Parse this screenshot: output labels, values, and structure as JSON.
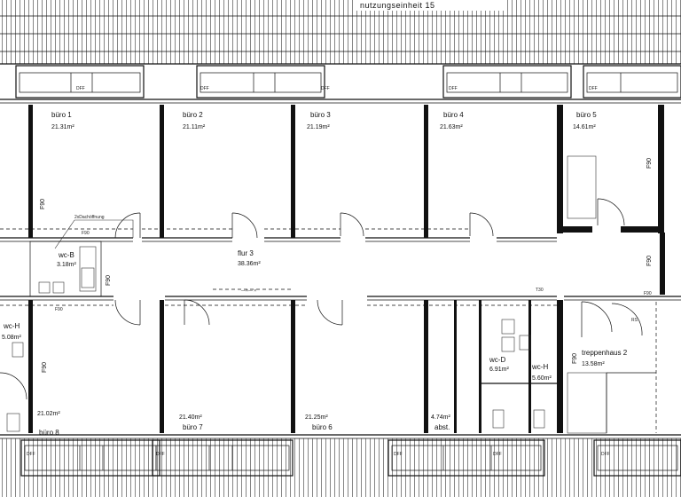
{
  "header": {
    "title": "nutzungseinheit 15"
  },
  "rooms_top": [
    {
      "name": "büro 1",
      "area": "21.31m²"
    },
    {
      "name": "büro 2",
      "area": "21.11m²"
    },
    {
      "name": "büro 3",
      "area": "21.19m²"
    },
    {
      "name": "büro 4",
      "area": "21.63m²"
    },
    {
      "name": "büro 5",
      "area": "14.61m²"
    }
  ],
  "corridor": {
    "name": "flur 3",
    "area": "38.36m²"
  },
  "skylight": "2xDachöffnung",
  "wc_small": {
    "name": "wc-B",
    "area": "3.18m²"
  },
  "rooms_bottom": [
    {
      "name": "büro 8",
      "area": "21.02m²"
    },
    {
      "name": "büro 7",
      "area": "21.40m²"
    },
    {
      "name": "büro 6",
      "area": "21.25m²"
    },
    {
      "name": "abst.",
      "area": "4.74m²"
    }
  ],
  "wc_h_left": {
    "name": "wc-H",
    "area": "5.08m²"
  },
  "wc_d": {
    "name": "wc-D",
    "area": "6.91m²"
  },
  "wc_h": {
    "name": "wc-H",
    "area": "5.60m²"
  },
  "stair": {
    "name": "treppenhaus 2",
    "area": "13.58m²"
  },
  "door_code": "F90",
  "door_code_2": "T30",
  "window_code": "DFF",
  "rs_label": "RS"
}
